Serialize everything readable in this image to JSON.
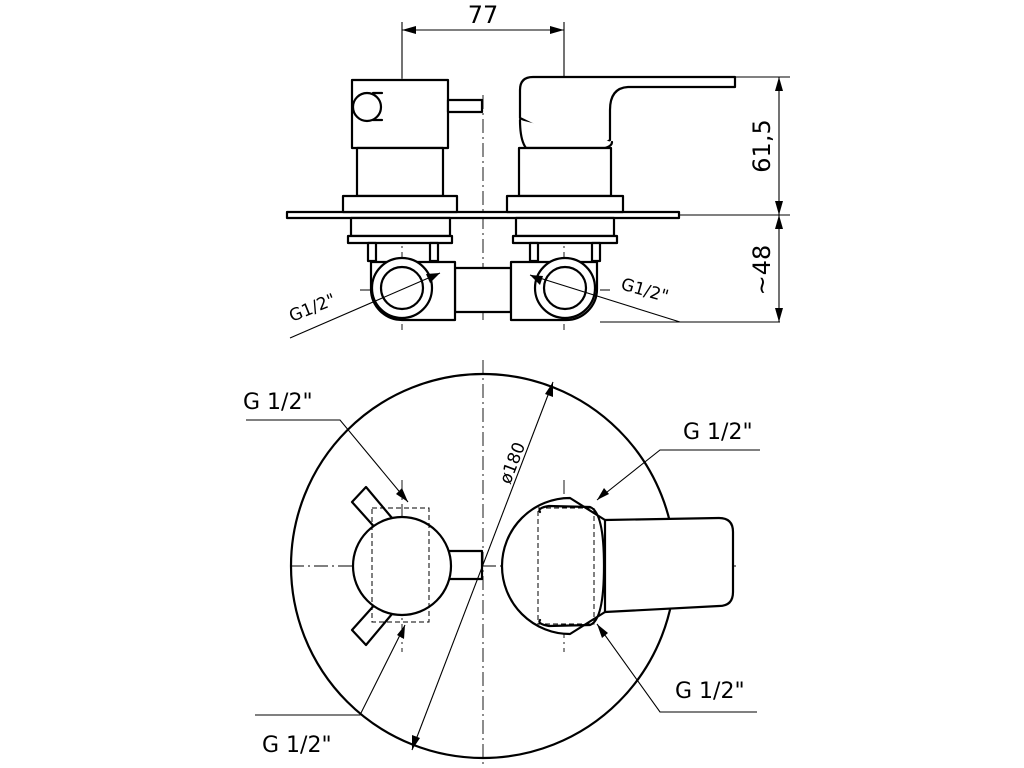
{
  "dimensions": {
    "center_distance": "77",
    "body_height": "61,5",
    "depth": "~48",
    "plate_diameter": "ø180"
  },
  "thread_labels": {
    "side_left": "G1/2\"",
    "side_right": "G1/2\"",
    "top_left": "G 1/2\"",
    "top_right": "G 1/2\"",
    "bottom_left": "G 1/2\"",
    "bottom_right": "G 1/2\""
  },
  "colors": {
    "line": "#000000",
    "background": "#ffffff"
  }
}
